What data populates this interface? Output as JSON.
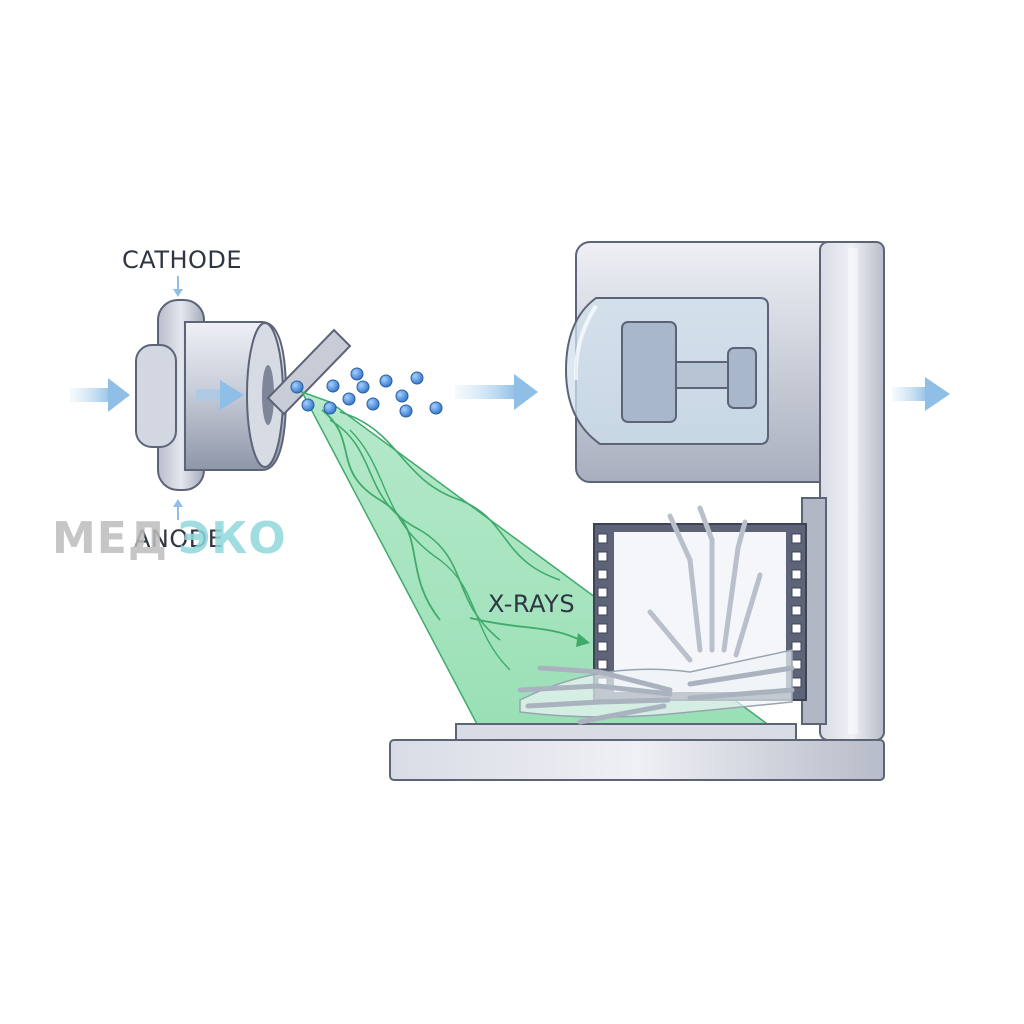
{
  "labels": {
    "cathode": "CATHODE",
    "anode": "ANODE",
    "xrays": "X-RAYS"
  },
  "watermark": {
    "part1": "МЕД",
    "part2": "ЭКО"
  },
  "colors": {
    "metal": "#c7ccd8",
    "metal_dark": "#9aa1b1",
    "outline": "#5d6478",
    "beam": "#5fcf8f",
    "beam_line": "#3faa6c",
    "particle": "#4d8ee0",
    "arrow": "#9cc6e8",
    "watermark_grey": "#bfbfbf",
    "watermark_teal": "#8fd8dc"
  },
  "icons": {
    "flow_arrow": "right-arrow-icon",
    "hand": "hand-skeleton-icon"
  }
}
